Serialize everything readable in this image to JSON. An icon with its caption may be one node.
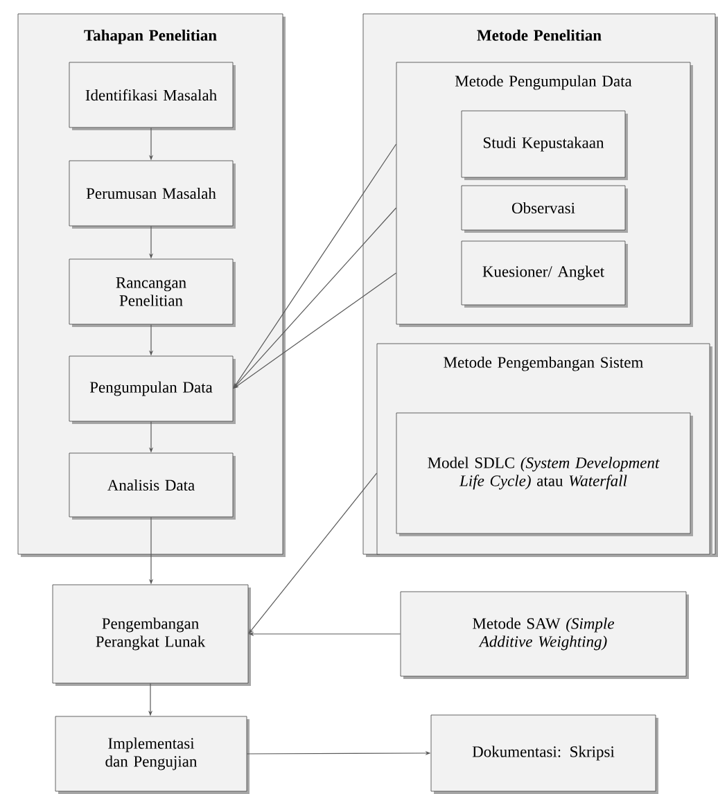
{
  "diagram": {
    "nodes": [
      {
        "text": [
          "Tahapan Penelitian"
        ]
      },
      {
        "text": [
          "Identifikasi Masalah"
        ],
        "in": 0
      },
      {
        "text": [
          "Perumusan Masalah"
        ],
        "in": 0
      },
      {
        "text": [
          "Rancangan Penelitian"
        ],
        "in": 0
      },
      {
        "text": [
          "Pengumpulan Data"
        ],
        "in": 0
      },
      {
        "text": [
          "Analisis Data"
        ],
        "in": 0
      },
      {
        "text": [
          "Metode Penelitian"
        ]
      },
      {
        "text": [
          "Metode Pengumpulan Data"
        ],
        "in": 6
      },
      {
        "text": [
          "Studi Kepustakaan"
        ],
        "in": 7
      },
      {
        "text": [
          "Observasi"
        ],
        "in": 7
      },
      {
        "text": [
          "Kuesioner/ Angket"
        ],
        "in": 7
      },
      {
        "text": [
          "Metode Pengembangan Sistem"
        ],
        "in": 6
      },
      {
        "text": [
          "Model SDLC *(System Development Life Cycle)* atau *Waterfall*"
        ],
        "in": 11
      },
      {
        "text": [
          "Pengembangan Perangkat Lunak"
        ]
      },
      {
        "text": [
          "Metode SAW *(Simple Additive Weighting)*"
        ]
      },
      {
        "text": [
          "Implementasi dan Pengujian"
        ]
      },
      {
        "text": [
          "Dokumentasi: Skripsi"
        ]
      }
    ],
    "edges": [
      {
        "from": 1,
        "to": 2,
        "arrow": "to"
      },
      {
        "from": 2,
        "to": 3,
        "arrow": "to"
      },
      {
        "from": 3,
        "to": 4,
        "arrow": "to"
      },
      {
        "from": 4,
        "to": 5,
        "arrow": "to"
      },
      {
        "from": 8,
        "to": 4,
        "arrow": "to"
      },
      {
        "from": 9,
        "to": 4,
        "arrow": "to"
      },
      {
        "from": 10,
        "to": 4,
        "arrow": "to"
      },
      {
        "from": 5,
        "to": 13,
        "arrow": "to"
      },
      {
        "from": 12,
        "to": 13,
        "arrow": "to"
      },
      {
        "from": 14,
        "to": 13,
        "arrow": "to"
      },
      {
        "from": 13,
        "to": 15,
        "arrow": "to"
      },
      {
        "from": 15,
        "to": 16,
        "arrow": "to"
      }
    ]
  }
}
